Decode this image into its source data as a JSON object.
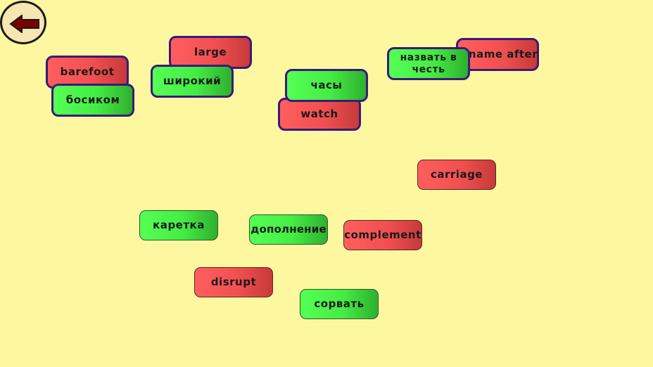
{
  "navigation": {
    "back_icon": "left-arrow-icon",
    "arrow_color": "#7a0000"
  },
  "cards": {
    "barefoot": "barefoot",
    "bosikom": "босиком",
    "large": "large",
    "shirokiy": "широкий",
    "chasy": "часы",
    "watch": "watch",
    "nazvat": "назвать в честь",
    "name_after": "name after",
    "carriage": "carriage",
    "karetka": "каретка",
    "dopolnenie": "дополнение",
    "complement": "complement",
    "disrupt": "disrupt",
    "sorvat": "сорвать"
  },
  "colors": {
    "background": "#fdf8a0",
    "english_card": "#ff5e5e",
    "russian_card": "#55ff55",
    "matched_border": "#3a1a7a"
  }
}
